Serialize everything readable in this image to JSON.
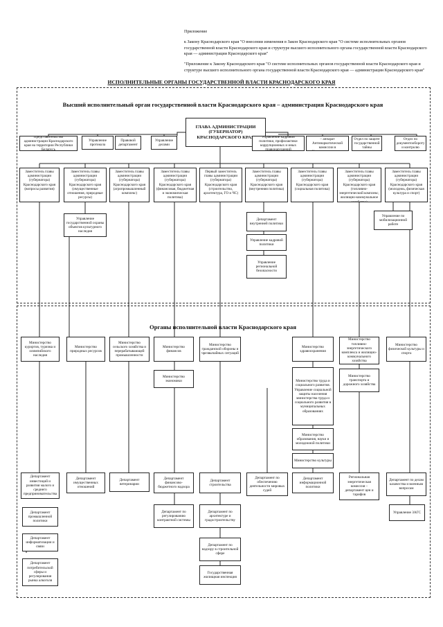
{
  "header": {
    "line1": "Приложение",
    "line2": "к Закону Краснодарского края \"О внесении изменения в Закон Краснодарского края \"О системе исполнительных органов государственной власти Краснодарского края и структуре высшего исполнительного органа государственной власти Краснодарского края — администрации Краснодарского края\"",
    "line3": "\"Приложение к Закону Краснодарского края \"О системе исполнительных органов государственной власти Краснодарского края и структуре высшего исполнительного органа государственной власти Краснодарского края — администрации Краснодарского края\""
  },
  "main_title": "ИСПОЛНИТЕЛЬНЫЕ ОРГАНЫ ГОСУДАРСТВЕННОЙ ВЛАСТИ КРАСНОДАРСКОГО КРАЯ",
  "section1_title": "Высший исполнительный орган государственной власти Краснодарского края – администрация Краснодарского края",
  "section2_title": "Органы исполнительной власти Краснодарского края",
  "head": "ГЛАВА АДМИНИСТРАЦИИ (ГУБЕРНАТОР) КРАСНОДАРСКОГО КРАЯ",
  "left_units": [
    "Представительство администрации Краснодарского края на территории Республики Беларусь",
    "Управление протокола",
    "Правовой департамент",
    "Управление делами"
  ],
  "right_units": [
    "Управление кадровой политики, профилактики коррупционных и иных правонарушений",
    "Организационный отдел – аппарат Антинаркотической комиссии в Краснодарском крае",
    "Отдел по защите государственной тайны",
    "Отдел по документообороту и контролю"
  ],
  "deputies": [
    "Заместитель главы администрации (губернатора) Краснодарского края (вопросы развития)",
    "Заместитель главы администрации (губернатора) Краснодарского края (имущественные отношения, природные ресурсы)",
    "Заместитель главы администрации (губернатора) Краснодарского края (агропромышленный комплекс)",
    "Заместитель главы администрации (губернатора) Краснодарского края (финансовая, бюджетная и экономическая политика)",
    "Первый заместитель главы администрации (губернатора) Краснодарского края (строительство, архитектура, ГО и ЧС)",
    "Заместитель главы администрации (губернатора) Краснодарского края (внутренняя политика)",
    "Заместитель главы администрации (губернатора) Краснодарского края (социальная политика)",
    "Заместитель главы администрации (губернатора) Краснодарского края (топливно-энергетический комплекс, жилищно-коммунальное хозяйство)",
    "Заместитель главы администрации (губернатора) Краснодарского края (молодежь, физическая культура и спорт)"
  ],
  "sub_units": [
    "Управление государственной охраны объектов культурного наследия",
    "Департамент внутренней политики",
    "Управление кадровой политики",
    "Управление региональной безопасности",
    "Управление по мобилизационной работе"
  ],
  "ministries": [
    "Министерство курортов, туризма и олимпийского наследия",
    "Министерство природных ресурсов",
    "Министерство сельского хозяйства и перерабатывающей промышленности",
    "Министерство финансов",
    "Министерство экономики",
    "Министерство гражданской обороны и чрезвычайных ситуаций",
    "Министерство здравоохранения",
    "Министерство труда и социального развития. Управление социальной защиты населения министерства труда и социального развития в муниципальных образованиях",
    "Министерство образования, науки и молодежной политики",
    "Министерство культуры",
    "Министерство топливно-энергетического комплекса и жилищно-коммунального хозяйства",
    "Министерство транспорта и дорожного хозяйства",
    "Министерство физической культуры и спорта"
  ],
  "departments": [
    "Департамент инвестиций и развития малого и среднего предпринимательства",
    "Департамент промышленной политики",
    "Департамент информатизации и связи",
    "Департамент потребительской сферы и регулирования рынка алкоголя",
    "Департамент имущественных отношений",
    "Департамент ветеринарии",
    "Департамент финансово-бюджетного надзора",
    "Департамент по регулированию контрактной системы",
    "Департамент строительства",
    "Департамент по архитектуре и градостроительству",
    "Департамент по надзору в строительной сфере",
    "Государственная жилищная инспекция",
    "Департамент по обеспечению деятельности мировых судей",
    "Департамент информационной политики",
    "Региональная энергетическая комиссия – департамент цен и тарифов",
    "Департамент по делам казачества и военным вопросам",
    "Управление ЗАГС"
  ]
}
